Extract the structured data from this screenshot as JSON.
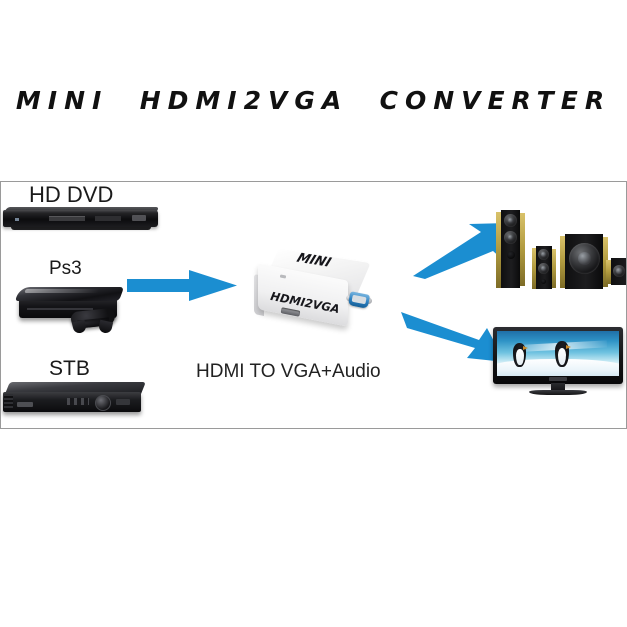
{
  "title": "MINI  HDMI2VGA  CONVERTER",
  "panel": {
    "sources": [
      {
        "label": "HD DVD",
        "device": "dvd-player"
      },
      {
        "label": "Ps3",
        "device": "game-console"
      },
      {
        "label": "STB",
        "device": "set-top-box"
      }
    ],
    "converter": {
      "top_text": "MINI",
      "front_text": "HDMI2VGA",
      "caption": "HDMI TO VGA+Audio",
      "ports": [
        "micro-usb-port",
        "vga-connector",
        "status-led"
      ]
    },
    "outputs": [
      {
        "label": "speaker-system",
        "components": [
          "tower-speaker",
          "satellite-speaker",
          "subwoofer",
          "center-channel-speaker"
        ]
      },
      {
        "label": "television",
        "screen_content": "two penguins on snow"
      }
    ],
    "arrows": [
      {
        "name": "arrow-sources-to-converter",
        "direction": "right"
      },
      {
        "name": "arrow-converter-to-speakers",
        "direction": "up-right"
      },
      {
        "name": "arrow-converter-to-tv",
        "direction": "down-right"
      }
    ]
  },
  "colors": {
    "arrow_blue": "#1b8ed1",
    "panel_border": "#9a9a9a",
    "background": "#ffffff",
    "speaker_gold": "#b09a3e",
    "vga_blue": "#2a7fc0"
  }
}
